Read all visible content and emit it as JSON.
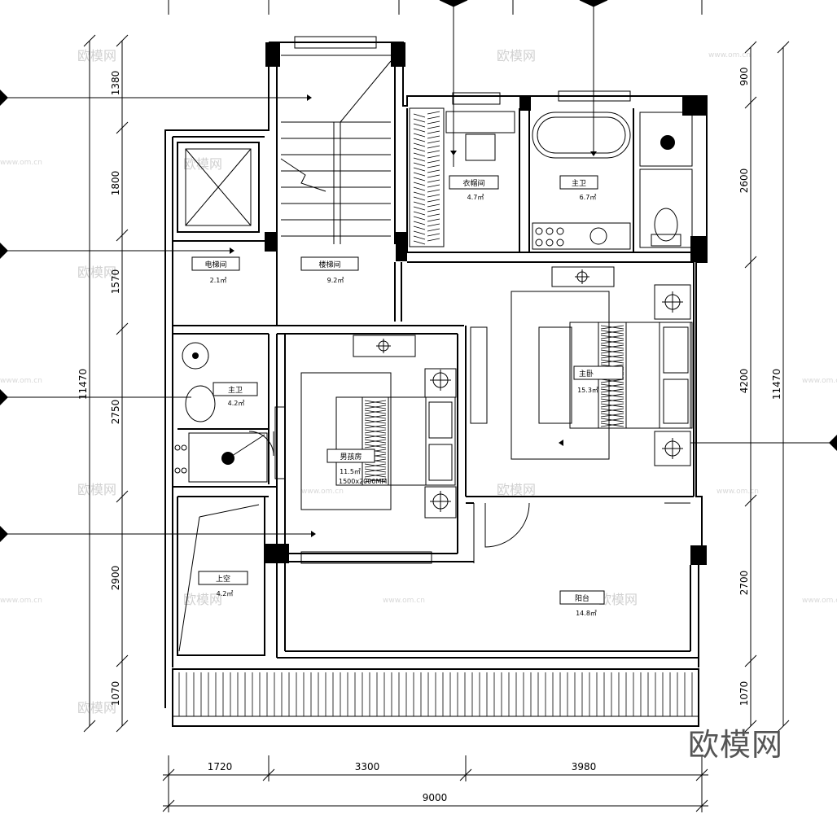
{
  "rooms": [
    {
      "id": "elevator-hall",
      "name": "电梯间",
      "area": "2.1㎡"
    },
    {
      "id": "stair-hall",
      "name": "楼梯间",
      "area": "9.2㎡"
    },
    {
      "id": "walk-in-closet",
      "name": "衣帽间",
      "area": "4.7㎡"
    },
    {
      "id": "master-bath",
      "name": "主卫",
      "area": "6.7㎡"
    },
    {
      "id": "master-bedroom",
      "name": "主卧",
      "area": "15.3㎡"
    },
    {
      "id": "bath-2",
      "name": "主卫",
      "area": "4.2㎡"
    },
    {
      "id": "guest-bedroom",
      "name": "男孩房",
      "area": "11.5㎡"
    },
    {
      "id": "void",
      "name": "上空",
      "area": "4.2㎡"
    },
    {
      "id": "balcony",
      "name": "阳台",
      "area": "14.8㎡"
    }
  ],
  "bed_note": "1500x2000MM",
  "dims_left": [
    "1380",
    "1800",
    "1570",
    "2750",
    "2900",
    "1070"
  ],
  "dims_left_total": "11470",
  "dims_right": [
    "900",
    "2600",
    "4200",
    "2700",
    "1070"
  ],
  "dims_right_total": "11470",
  "dims_bottom": [
    "1720",
    "3300",
    "3980"
  ],
  "dims_bottom_total": "9000",
  "watermark": "欧模网",
  "watermark_url": "www.om.cn",
  "brand": "欧模网"
}
